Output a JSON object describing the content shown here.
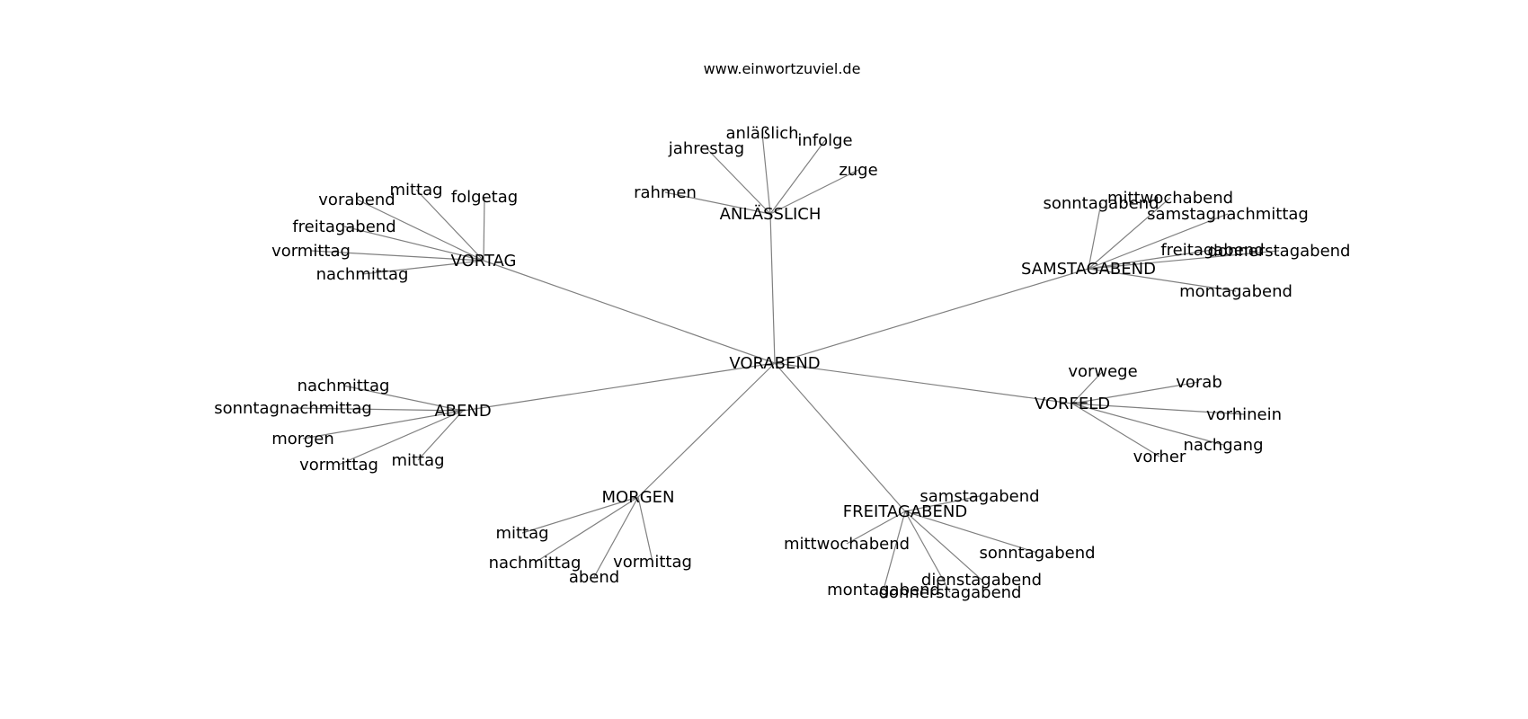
{
  "title": "www.einwortzuviel.de",
  "center": "VORABEND",
  "clusters": [
    {
      "id": "anlasslich",
      "hub": "ANLÄSSLICH",
      "leaves": [
        "rahmen",
        "jahrestag",
        "anläßlich",
        "infolge",
        "zuge"
      ]
    },
    {
      "id": "vortag",
      "hub": "VORTAG",
      "leaves": [
        "vorabend",
        "mittag",
        "folgetag",
        "freitagabend",
        "vormittag",
        "nachmittag"
      ]
    },
    {
      "id": "samstagabend",
      "hub": "SAMSTAGABEND",
      "leaves": [
        "sonntagabend",
        "mittwochabend",
        "samstagnachmittag",
        "freitagabend",
        "donnerstagabend",
        "montagabend"
      ]
    },
    {
      "id": "abend",
      "hub": "ABEND",
      "leaves": [
        "nachmittag",
        "sonntagnachmittag",
        "morgen",
        "vormittag",
        "mittag"
      ]
    },
    {
      "id": "vorfeld",
      "hub": "VORFELD",
      "leaves": [
        "vorwege",
        "vorab",
        "vorhinein",
        "nachgang",
        "vorher"
      ]
    },
    {
      "id": "morgen",
      "hub": "MORGEN",
      "leaves": [
        "mittag",
        "nachmittag",
        "abend",
        "vormittag"
      ]
    },
    {
      "id": "freitagabend",
      "hub": "FREITAGABEND",
      "leaves": [
        "samstagabend",
        "mittwochabend",
        "sonntagabend",
        "dienstagabend",
        "montagabend",
        "donnerstagabend"
      ]
    }
  ],
  "colors": {
    "edge": "#808080",
    "text": "#000000",
    "background": "#ffffff"
  }
}
